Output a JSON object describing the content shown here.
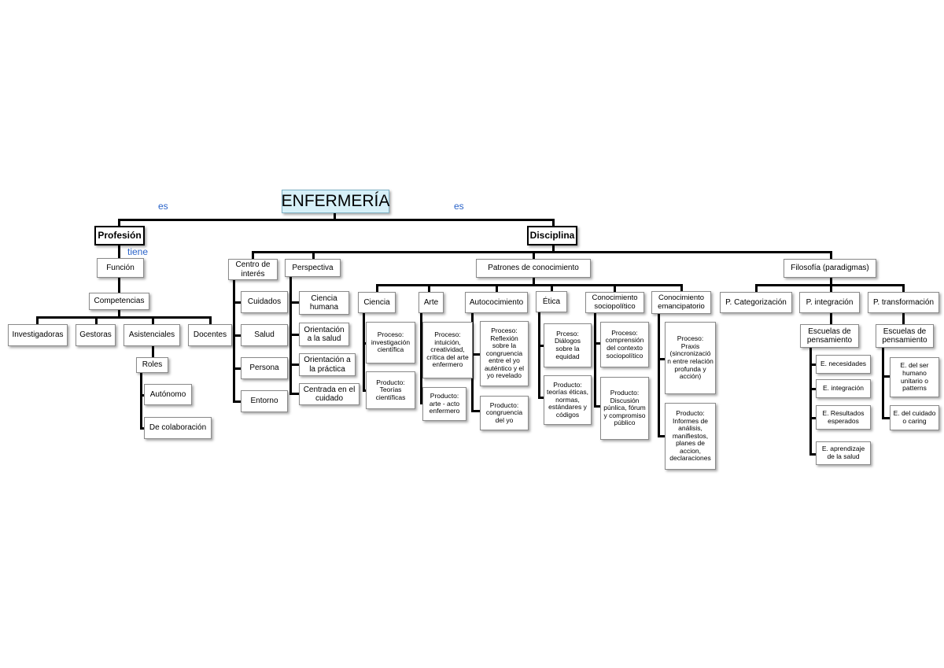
{
  "root": "ENFERMERÍA",
  "connectors": {
    "es_left": "es",
    "es_right": "es",
    "tiene": "tiene"
  },
  "profesion": {
    "label": "Profesión",
    "funcion": "Función",
    "competencias": "Competencias",
    "competencias_items": [
      "Investigadoras",
      "Gestoras",
      "Asistenciales",
      "Docentes"
    ],
    "roles": "Roles",
    "roles_items": [
      "Autónomo",
      "De colaboración"
    ]
  },
  "disciplina": {
    "label": "Disciplina",
    "centro": {
      "label": "Centro de interés",
      "items": [
        "Cuidados",
        "Salud",
        "Persona",
        "Entorno"
      ]
    },
    "perspectiva": {
      "label": "Perspectiva",
      "items": [
        "Ciencia humana",
        "Orientación a la salud",
        "Orientación a la práctica",
        "Centrada en el cuidado"
      ]
    },
    "patrones": {
      "label": "Patrones de conocimiento",
      "ciencia": {
        "label": "Ciencia",
        "items": [
          "Proceso: investigación científica",
          "Producto: Teorías científicas"
        ]
      },
      "arte": {
        "label": "Arte",
        "items": [
          "Proceso: intuición, creatividad, crítica del arte enfermero",
          "Producto: arte - acto enfermero"
        ]
      },
      "autoconocimiento": {
        "label": "Autococimiento",
        "items": [
          "Proceso: Reflexión sobre la congruencia entre el yo auténtico y el yo revelado",
          "Producto: congruencia del yo"
        ]
      },
      "etica": {
        "label": "Ética",
        "items": [
          "Prceso: Diálogos sobre la equidad",
          "Producto: teorías éticas, normas, estándares y códigos"
        ]
      },
      "sociopolitico": {
        "label": "Conocimiento sociopolítico",
        "items": [
          "Proceso: comprensión del contexto sociopolítico",
          "Producto: Discusión púnlica, fórum y compromiso público"
        ]
      },
      "emancipatorio": {
        "label": "Conocimiento emancipatorio",
        "items": [
          "Proceso: Praxis (sincronizació n entre relación profunda y acción)",
          "Producto: Informes de análisis, manifiestos, planes de accion, declaraciones"
        ]
      }
    },
    "filosofia": {
      "label": "Filosofía (paradigmas)",
      "categorizacion": "P. Categorización",
      "integracion": {
        "label": "P. integración",
        "escuelas": "Escuelas de pensamiento",
        "items": [
          "E. necesidades",
          "E. integración",
          "E. Resultados esperados",
          "E. aprendizaje de la salud"
        ]
      },
      "transformacion": {
        "label": "P. transformación",
        "escuelas": "Escuelas de pensamiento",
        "items": [
          "E. del ser humano unitario o patterns",
          "E. del cuidado o caring"
        ]
      }
    }
  }
}
